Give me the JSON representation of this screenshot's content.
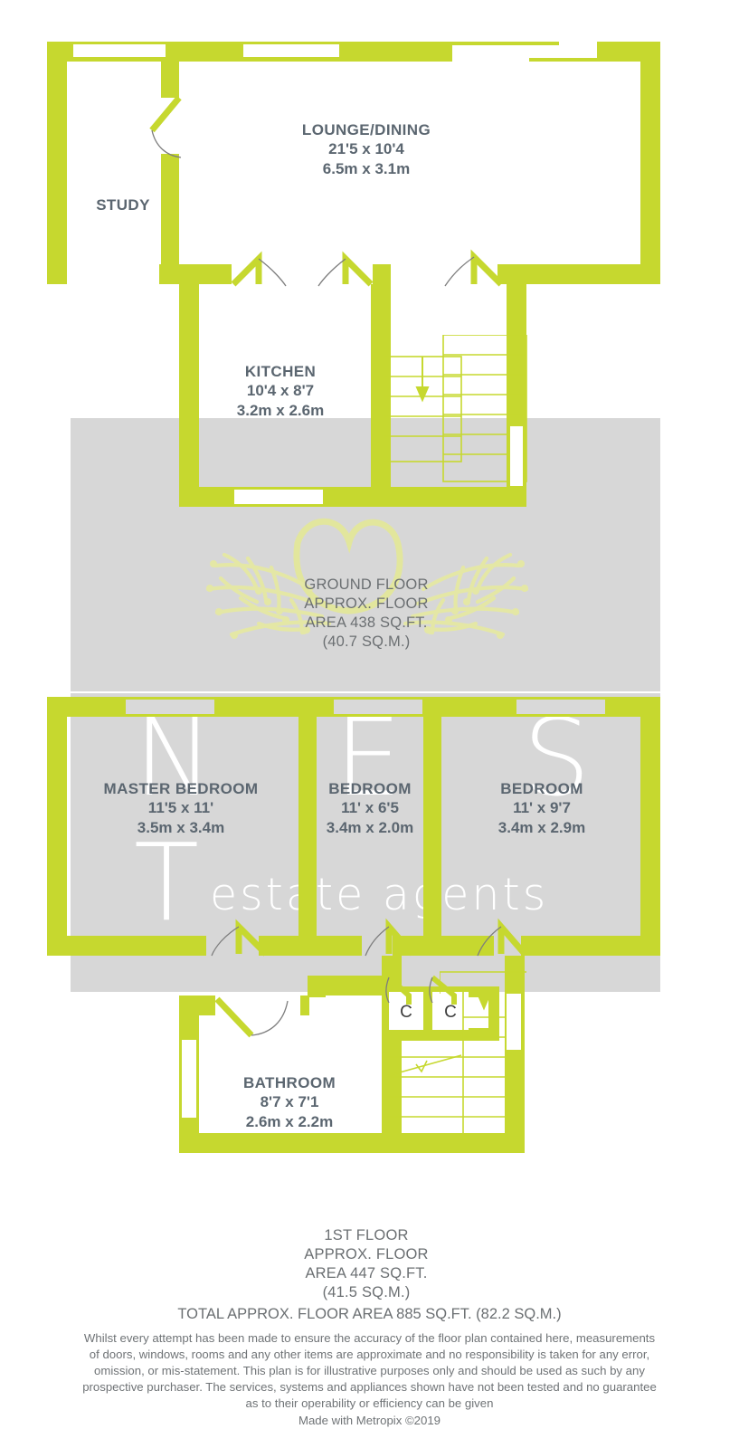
{
  "document": {
    "type": "floor-plan",
    "brand": "NEST estate agents",
    "watermark_line1": "N E S T",
    "watermark_line2": "estate agents"
  },
  "colors": {
    "wall": "#c6d82f",
    "shade": "#d7d7d7",
    "text": "#5b6670",
    "caption": "#6b6f72",
    "paper": "#ffffff"
  },
  "ground_floor": {
    "rooms": [
      {
        "name": "STUDY",
        "imperial": "",
        "metric": ""
      },
      {
        "name": "LOUNGE/DINING",
        "imperial": "21'5 x 10'4",
        "metric": "6.5m x 3.1m"
      },
      {
        "name": "KITCHEN",
        "imperial": "10'4 x 8'7",
        "metric": "3.2m x 2.6m"
      }
    ],
    "caption": [
      "GROUND FLOOR",
      "APPROX. FLOOR",
      "AREA 438 SQ.FT.",
      "(40.7 SQ.M.)"
    ],
    "stair_direction": "down"
  },
  "first_floor": {
    "rooms": [
      {
        "name": "MASTER BEDROOM",
        "imperial": "11'5 x 11'",
        "metric": "3.5m x 3.4m"
      },
      {
        "name": "BEDROOM",
        "imperial": "11' x 6'5",
        "metric": "3.4m x 2.0m"
      },
      {
        "name": "BEDROOM",
        "imperial": "11' x 9'7",
        "metric": "3.4m x 2.9m"
      },
      {
        "name": "BATHROOM",
        "imperial": "8'7 x 7'1",
        "metric": "2.6m x 2.2m"
      }
    ],
    "cupboards": [
      {
        "label": "C"
      },
      {
        "label": "C"
      }
    ],
    "caption": [
      "1ST FLOOR",
      "APPROX. FLOOR",
      "AREA 447 SQ.FT.",
      "(41.5 SQ.M.)"
    ],
    "stair_direction": "down"
  },
  "summary": {
    "total": "TOTAL APPROX. FLOOR AREA 885 SQ.FT. (82.2 SQ.M.)"
  },
  "disclaimer": {
    "lines": [
      "Whilst every attempt has been made to ensure the accuracy of the floor plan contained here, measurements",
      "of doors, windows, rooms and any other items are approximate and no responsibility is taken for any error,",
      "omission, or mis-statement. This plan is for illustrative purposes only and should be used as such by any",
      "prospective purchaser. The services, systems and appliances shown have not been tested and no guarantee",
      "as to their operability or efficiency can be given"
    ],
    "credit": "Made with Metropix ©2019"
  }
}
